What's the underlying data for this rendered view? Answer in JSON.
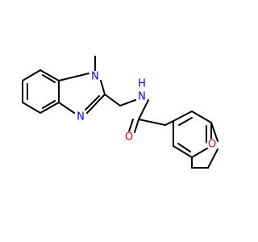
{
  "molecule": {
    "atoms": [
      {
        "id": "N1",
        "label": "N",
        "color": "#0000ff"
      },
      {
        "id": "N3",
        "label": "N",
        "color": "#0000ff"
      },
      {
        "id": "Namide",
        "label": "N",
        "color": "#0000ff"
      },
      {
        "id": "Hamide",
        "label": "H",
        "color": "#0000ff"
      },
      {
        "id": "Ocarbonyl",
        "label": "O",
        "color": "#ff0000"
      },
      {
        "id": "Oring",
        "label": "O",
        "color": "#ff0000"
      }
    ],
    "bond_color": "#000000"
  }
}
